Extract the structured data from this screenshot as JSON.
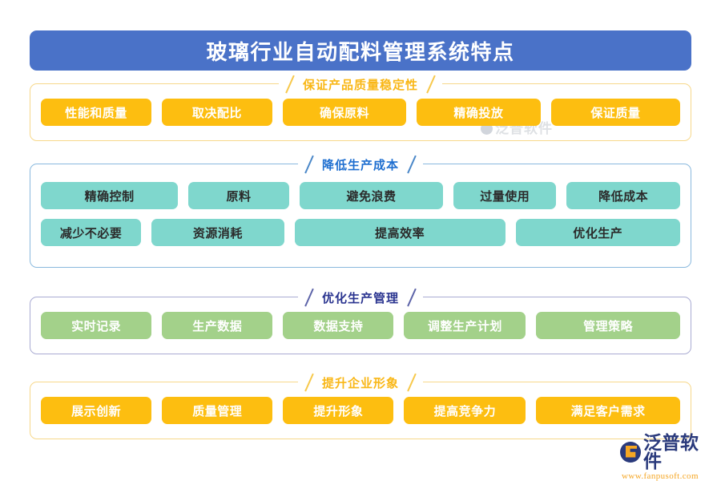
{
  "header": {
    "title": "玻璃行业自动配料管理系统特点",
    "banner_color": "#4a72c8"
  },
  "watermark": {
    "text": "泛普软件"
  },
  "sections": [
    {
      "id": "section-1",
      "theme": "amber",
      "title": "保证产品质量稳定性",
      "accent": "#f9b717",
      "pill_bg": "#fdbe10",
      "rows": [
        {
          "pills": [
            {
              "label": "性能和质量",
              "flex": 1
            },
            {
              "label": "取决配比",
              "flex": 1
            },
            {
              "label": "确保原料",
              "flex": 1.12
            },
            {
              "label": "精确投放",
              "flex": 1.12
            },
            {
              "label": "保证质量",
              "flex": 1.17
            }
          ]
        }
      ]
    },
    {
      "id": "section-2",
      "theme": "teal",
      "title": "降低生产成本",
      "accent": "#1f6fd0",
      "pill_bg": "#7fd7cd",
      "rows": [
        {
          "pills": [
            {
              "label": "精确控制",
              "flex": 1.27
            },
            {
              "label": "原料",
              "flex": 0.93
            },
            {
              "label": "避免浪费",
              "flex": 1.33
            },
            {
              "label": "过量使用",
              "flex": 0.95
            },
            {
              "label": "降低成本",
              "flex": 1.05
            }
          ]
        },
        {
          "pills": [
            {
              "label": "减少不必要",
              "flex": 1.0
            },
            {
              "label": "资源消耗",
              "flex": 1.32
            },
            {
              "label": "提高效率",
              "flex": 2.1
            },
            {
              "label": "优化生产",
              "flex": 1.64
            }
          ]
        }
      ]
    },
    {
      "id": "section-3",
      "theme": "green",
      "title": "优化生产管理",
      "accent": "#2b3590",
      "pill_bg": "#a3d18a",
      "rows": [
        {
          "pills": [
            {
              "label": "实时记录",
              "flex": 1
            },
            {
              "label": "生产数据",
              "flex": 1
            },
            {
              "label": "数据支持",
              "flex": 1
            },
            {
              "label": "调整生产计划",
              "flex": 1.1
            },
            {
              "label": "管理策略",
              "flex": 1.3
            }
          ]
        }
      ]
    },
    {
      "id": "section-4",
      "theme": "amber",
      "title": "提升企业形象",
      "accent": "#f9b717",
      "pill_bg": "#fdbe10",
      "rows": [
        {
          "pills": [
            {
              "label": "展示创新",
              "flex": 1
            },
            {
              "label": "质量管理",
              "flex": 1
            },
            {
              "label": "提升形象",
              "flex": 1
            },
            {
              "label": "提高竞争力",
              "flex": 1.1
            },
            {
              "label": "满足客户需求",
              "flex": 1.3
            }
          ]
        }
      ]
    }
  ],
  "brand": {
    "name": "泛普软件",
    "url": "www.fanpusoft.com"
  }
}
